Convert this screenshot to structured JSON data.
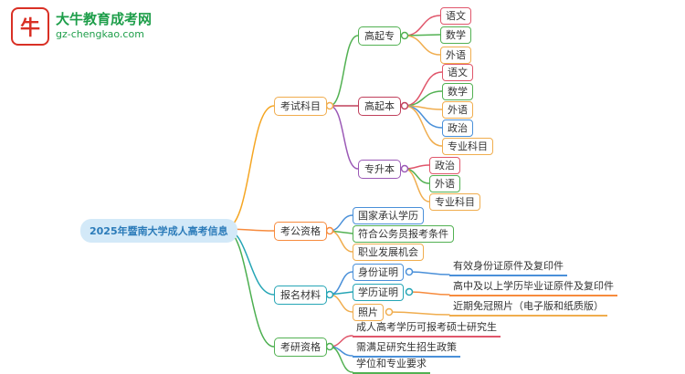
{
  "brand": {
    "name": "大牛教育成考网",
    "domain": "gz-chengkao.com",
    "icon_char": "牛"
  },
  "root_label": "2025年暨南大学成人高考信息",
  "branches": [
    {
      "label": "考试科目",
      "children": [
        {
          "label": "高起专",
          "children": [
            {
              "label": "语文"
            },
            {
              "label": "数学"
            },
            {
              "label": "外语"
            }
          ]
        },
        {
          "label": "高起本",
          "children": [
            {
              "label": "语文"
            },
            {
              "label": "数学"
            },
            {
              "label": "外语"
            },
            {
              "label": "政治"
            },
            {
              "label": "专业科目"
            }
          ]
        },
        {
          "label": "专升本",
          "children": [
            {
              "label": "政治"
            },
            {
              "label": "外语"
            },
            {
              "label": "专业科目"
            }
          ]
        }
      ]
    },
    {
      "label": "考公资格",
      "children": [
        {
          "label": "国家承认学历"
        },
        {
          "label": "符合公务员报考条件"
        },
        {
          "label": "职业发展机会"
        }
      ]
    },
    {
      "label": "报名材料",
      "children": [
        {
          "label": "身份证明",
          "children": [
            {
              "label": "有效身份证原件及复印件"
            }
          ]
        },
        {
          "label": "学历证明",
          "children": [
            {
              "label": "高中及以上学历毕业证原件及复印件"
            }
          ]
        },
        {
          "label": "照片",
          "children": [
            {
              "label": "近期免冠照片（电子版和纸质版）"
            }
          ]
        }
      ]
    },
    {
      "label": "考研资格",
      "children": [
        {
          "label": "成人高考学历可报考硕士研究生"
        },
        {
          "label": "需满足研究生招生政策"
        },
        {
          "label": "学位和专业要求"
        }
      ]
    }
  ],
  "colors": {
    "red": "#e0566b",
    "green": "#52b152",
    "yellow": "#f0ad4e",
    "blue": "#4a90d9",
    "purple": "#9b59b6",
    "teal": "#25a5b5",
    "orange": "#f78b3d",
    "crimson": "#c0405c",
    "brand_green": "#1e9e4a",
    "brand_red": "#d93025",
    "root_text": "#2b7bb9",
    "root_bg": "#d3e9f8"
  }
}
